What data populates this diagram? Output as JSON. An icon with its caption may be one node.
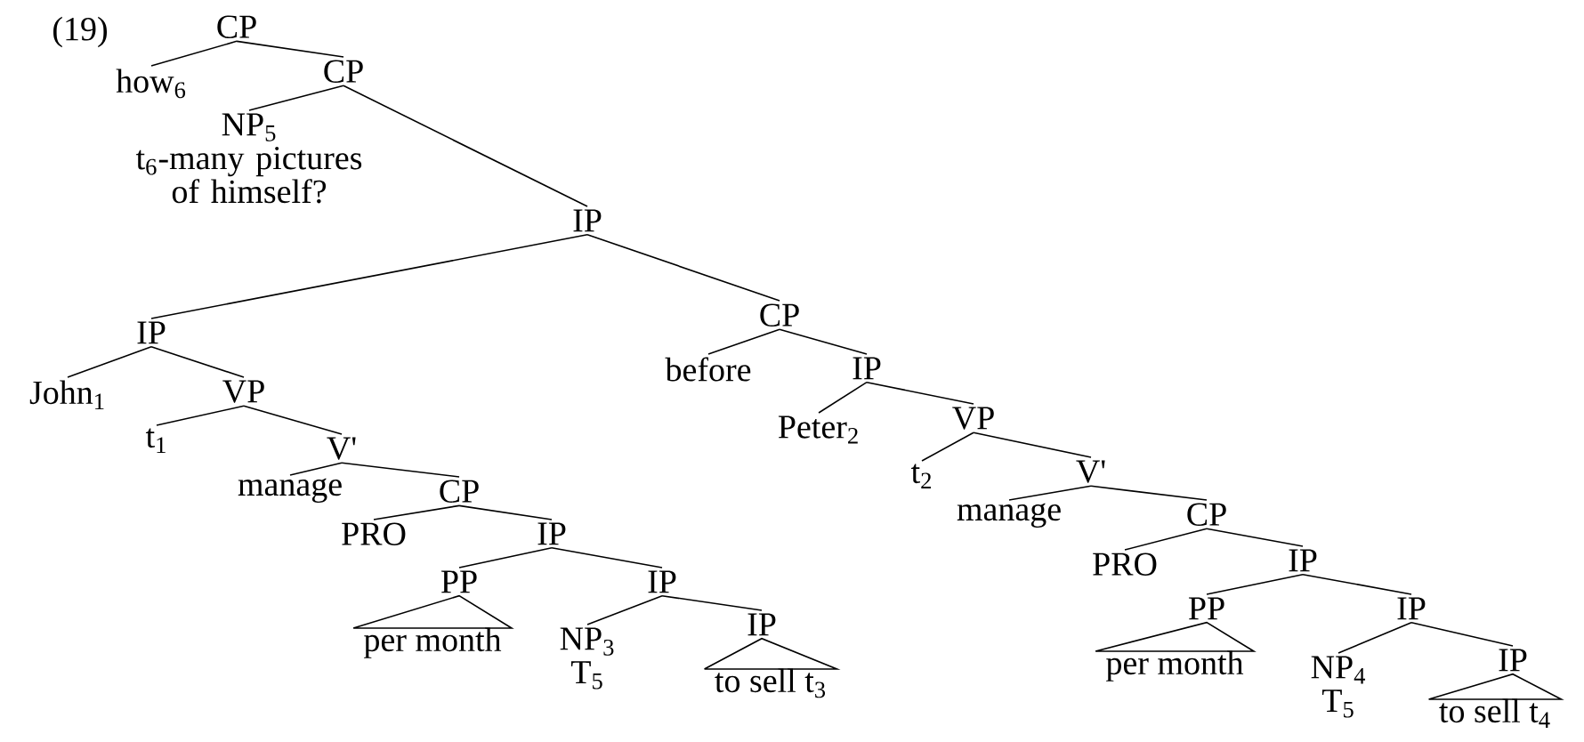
{
  "diagram": {
    "nodes": [
      {
        "text": [
          "CP"
        ]
      },
      {
        "text": [
          "how$_{6}$"
        ]
      },
      {
        "text": [
          "CP"
        ]
      },
      {
        "text": [
          "NP$_{5}$",
          "t$_{6}$-many pictures of himself?"
        ]
      },
      {
        "text": [
          "IP"
        ]
      },
      {
        "text": [
          "IP"
        ]
      },
      {
        "text": [
          "John$_{1}$"
        ]
      },
      {
        "text": [
          "VP"
        ]
      },
      {
        "text": [
          "t$_{1}$"
        ]
      },
      {
        "text": [
          "V'"
        ]
      },
      {
        "text": [
          "manage"
        ]
      },
      {
        "text": [
          "CP"
        ]
      },
      {
        "text": [
          "PRO"
        ]
      },
      {
        "text": [
          "IP"
        ]
      },
      {
        "text": [
          "PP"
        ]
      },
      {
        "text": [
          "per month"
        ]
      },
      {
        "text": [
          "NP$_{3}$",
          "T$_{5}$"
        ]
      },
      {
        "text": [
          "IP"
        ]
      },
      {
        "text": [
          "IP"
        ]
      },
      {
        "text": [
          "to sell t$_{3}$"
        ]
      },
      {
        "text": [
          "CP"
        ]
      },
      {
        "text": [
          "before"
        ]
      },
      {
        "text": [
          "IP"
        ]
      },
      {
        "text": [
          "Peter$_{2}$"
        ]
      },
      {
        "text": [
          "VP"
        ]
      },
      {
        "text": [
          "t$_{2}$"
        ]
      },
      {
        "text": [
          "V'"
        ]
      },
      {
        "text": [
          "manage"
        ]
      },
      {
        "text": [
          "CP"
        ]
      },
      {
        "text": [
          "PRO"
        ]
      },
      {
        "text": [
          "IP"
        ]
      },
      {
        "text": [
          "PP"
        ]
      },
      {
        "text": [
          "per month"
        ]
      },
      {
        "text": [
          "NP$_{4}$",
          "T$_{5}$"
        ]
      },
      {
        "text": [
          "IP"
        ]
      },
      {
        "text": [
          "IP"
        ]
      },
      {
        "text": [
          "to sell t$_{4}$"
        ]
      }
    ],
    "edges": [
      {
        "from": 0,
        "to": 1,
        "arrow": "none"
      },
      {
        "from": 0,
        "to": 2,
        "arrow": "none"
      },
      {
        "from": 2,
        "to": 3,
        "arrow": "none"
      },
      {
        "from": 2,
        "to": 4,
        "arrow": "none"
      },
      {
        "from": 4,
        "to": 5,
        "arrow": "none"
      },
      {
        "from": 4,
        "to": 20,
        "arrow": "none"
      },
      {
        "from": 5,
        "to": 6,
        "arrow": "none"
      },
      {
        "from": 5,
        "to": 7,
        "arrow": "none"
      },
      {
        "from": 7,
        "to": 8,
        "arrow": "none"
      },
      {
        "from": 7,
        "to": 9,
        "arrow": "none"
      },
      {
        "from": 9,
        "to": 10,
        "arrow": "none"
      },
      {
        "from": 9,
        "to": 11,
        "arrow": "none"
      },
      {
        "from": 11,
        "to": 12,
        "arrow": "none"
      },
      {
        "from": 11,
        "to": 13,
        "arrow": "none"
      },
      {
        "from": 13,
        "to": 14,
        "arrow": "none"
      },
      {
        "from": 13,
        "to": 17,
        "arrow": "none"
      },
      {
        "from": 14,
        "to": 15,
        "arrow": "none"
      },
      {
        "from": 17,
        "to": 16,
        "arrow": "none"
      },
      {
        "from": 17,
        "to": 18,
        "arrow": "none"
      },
      {
        "from": 18,
        "to": 19,
        "arrow": "none"
      },
      {
        "from": 20,
        "to": 21,
        "arrow": "none"
      },
      {
        "from": 20,
        "to": 22,
        "arrow": "none"
      },
      {
        "from": 22,
        "to": 23,
        "arrow": "none"
      },
      {
        "from": 22,
        "to": 24,
        "arrow": "none"
      },
      {
        "from": 24,
        "to": 25,
        "arrow": "none"
      },
      {
        "from": 24,
        "to": 26,
        "arrow": "none"
      },
      {
        "from": 26,
        "to": 27,
        "arrow": "none"
      },
      {
        "from": 26,
        "to": 28,
        "arrow": "none"
      },
      {
        "from": 28,
        "to": 29,
        "arrow": "none"
      },
      {
        "from": 28,
        "to": 30,
        "arrow": "none"
      },
      {
        "from": 30,
        "to": 31,
        "arrow": "none"
      },
      {
        "from": 30,
        "to": 34,
        "arrow": "none"
      },
      {
        "from": 31,
        "to": 32,
        "arrow": "none"
      },
      {
        "from": 34,
        "to": 33,
        "arrow": "none"
      },
      {
        "from": 34,
        "to": 35,
        "arrow": "none"
      },
      {
        "from": 35,
        "to": 36,
        "arrow": "none"
      }
    ],
    "labels": [
      "(19)"
    ]
  }
}
